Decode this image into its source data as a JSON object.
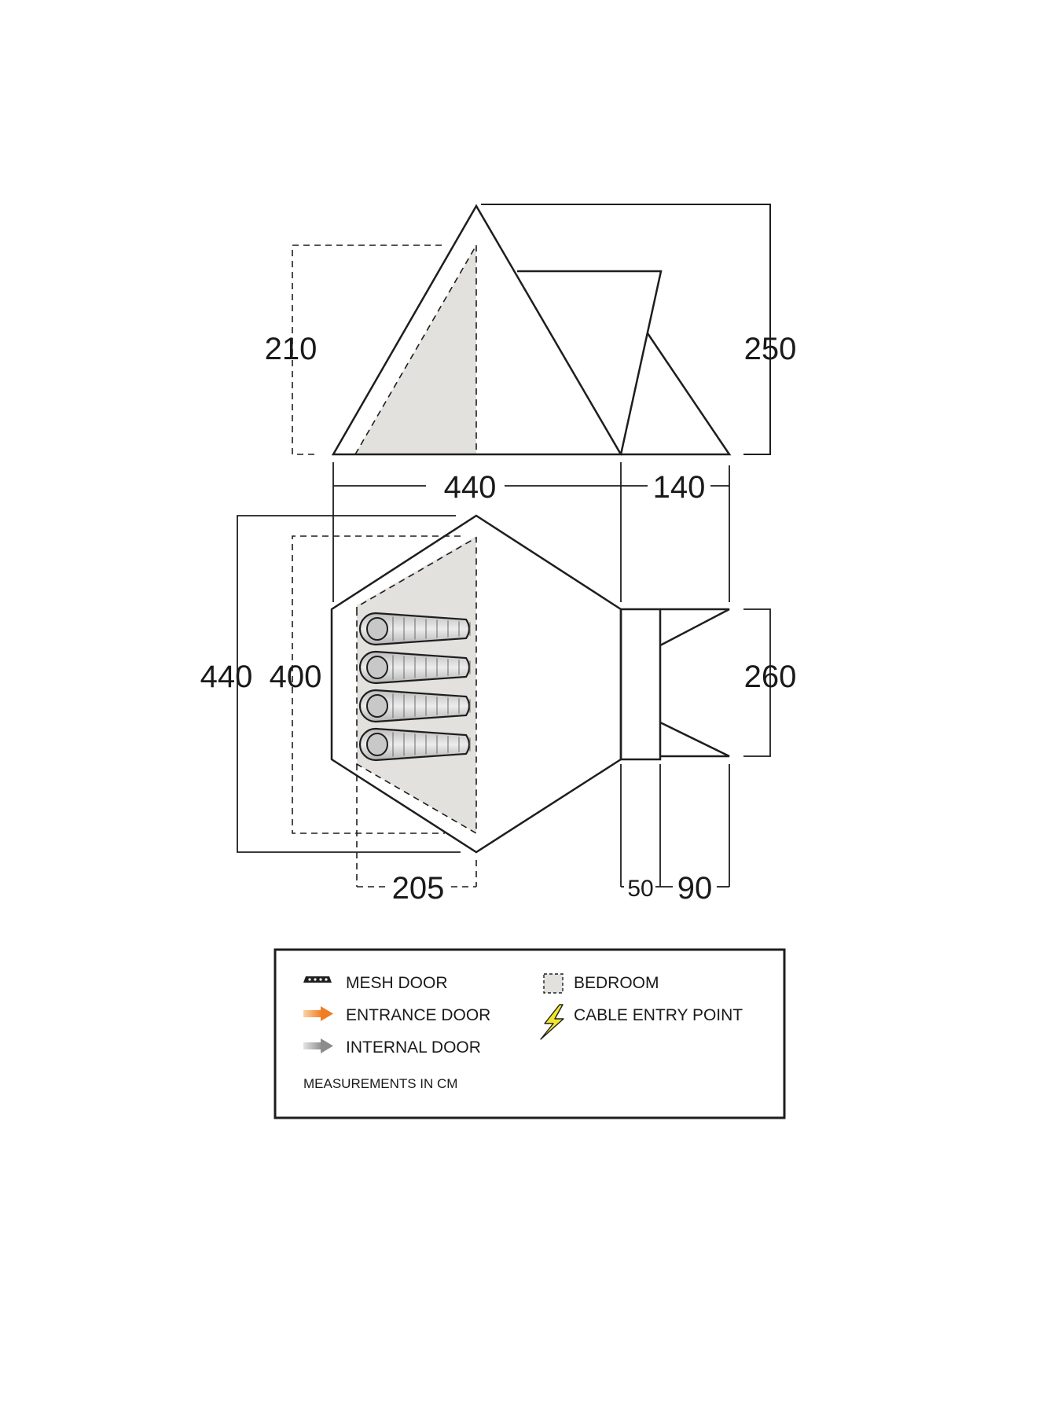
{
  "diagram": {
    "elevation": {
      "bedroom_height": "210",
      "total_height": "250",
      "total_length": "440",
      "porch_length": "140"
    },
    "floor_plan": {
      "total_width": "440",
      "bedroom_width": "400",
      "bedroom_depth": "205",
      "porch_width": "260",
      "porch_inner_depth": "50",
      "porch_outer_depth": "90"
    },
    "sleeping_bag_count": 4
  },
  "legend": {
    "mesh_door": "MESH DOOR",
    "entrance_door": "ENTRANCE DOOR",
    "internal_door": "INTERNAL DOOR",
    "bedroom": "BEDROOM",
    "cable_entry": "CABLE ENTRY POINT",
    "note": "MEASUREMENTS IN CM"
  },
  "colors": {
    "line": "#1e1e1e",
    "bedroom_fill": "#e3e1de",
    "sleeping_bag_fill": "#d6d6d6",
    "entrance_arrow": "#ef7d22",
    "internal_arrow": "#9a9a9a",
    "cable_bolt": "#f2e62c"
  },
  "icons": {
    "mesh_door": "mesh-door-icon",
    "entrance_door": "orange-arrow-icon",
    "internal_door": "grey-arrow-icon",
    "bedroom": "dashed-square-icon",
    "cable_entry": "lightning-bolt-icon"
  }
}
